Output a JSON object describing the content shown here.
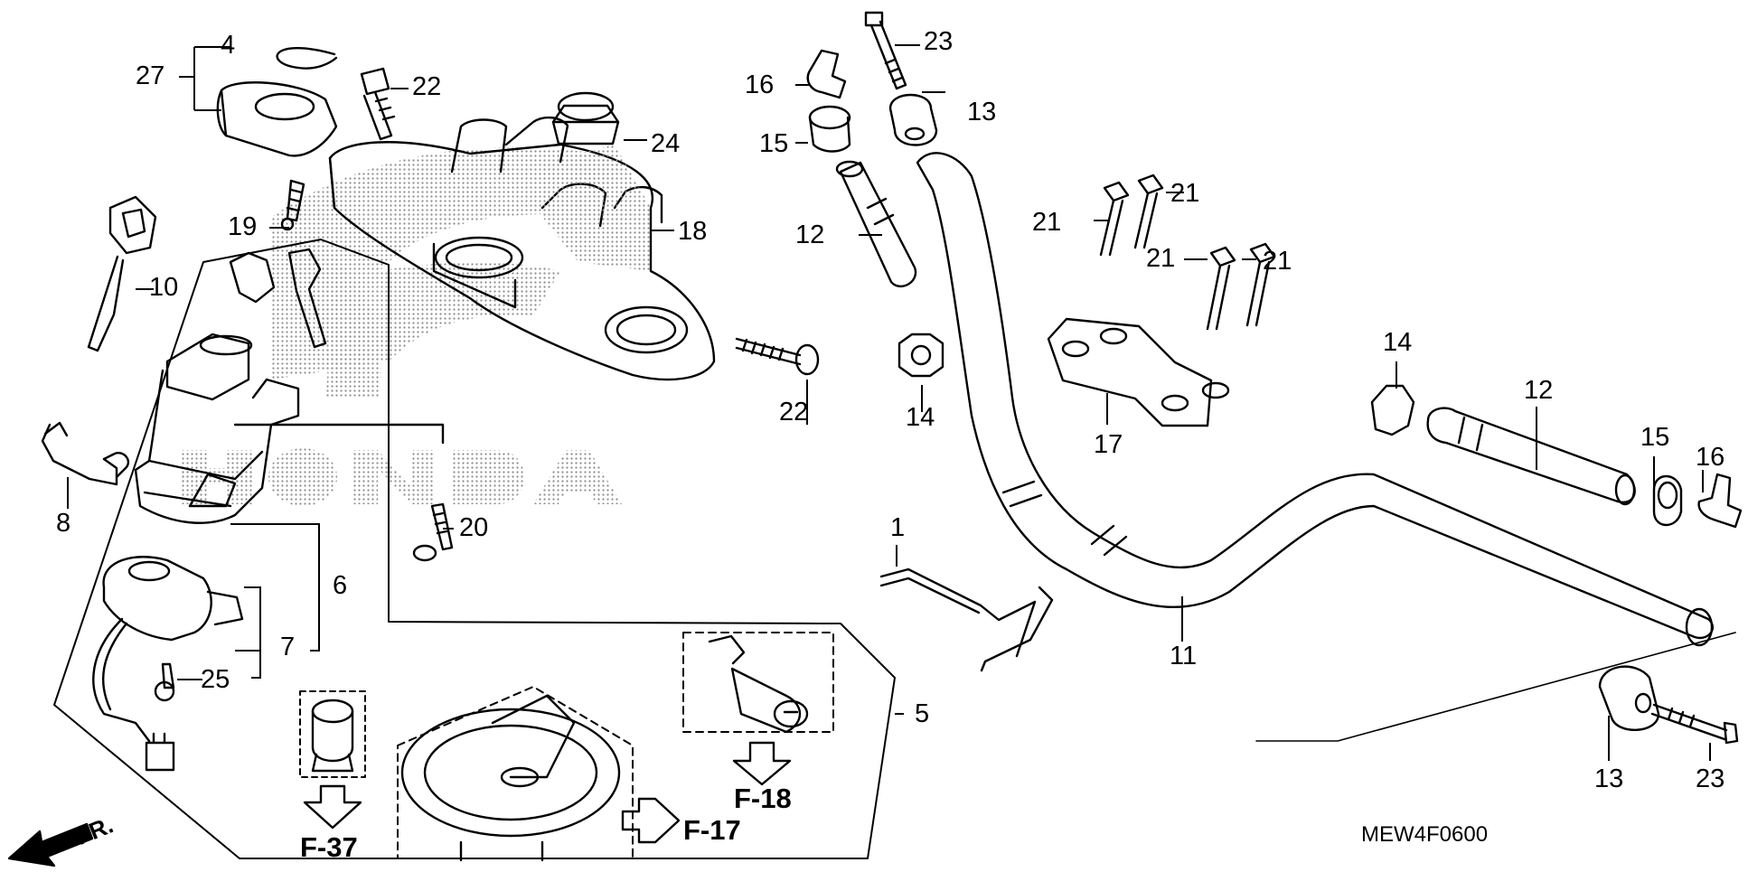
{
  "diagram": {
    "code": "MEW4F0600",
    "direction_label": "FR.",
    "colors": {
      "ink": "#000000",
      "background": "#ffffff",
      "dot_screen": "#8a8a8a"
    },
    "labels": {
      "p1": "1",
      "p4": "4",
      "p5": "5",
      "p6": "6",
      "p7": "7",
      "p8": "8",
      "p10": "10",
      "p11": "11",
      "p12_left": "12",
      "p12_right": "12",
      "p13_top": "13",
      "p13_bottom": "13",
      "p14_left": "14",
      "p14_right": "14",
      "p15_left": "15",
      "p15_right": "15",
      "p16_left": "16",
      "p16_right": "16",
      "p17": "17",
      "p18": "18",
      "p19": "19",
      "p20": "20",
      "p21_a": "21",
      "p21_b": "21",
      "p21_c": "21",
      "p21_d": "21",
      "p22_top": "22",
      "p22_mid": "22",
      "p23_top": "23",
      "p23_bottom": "23",
      "p24": "24",
      "p25": "25",
      "p27": "27"
    },
    "references": {
      "f37": "F-37",
      "f17": "F-17",
      "f18": "F-18"
    }
  }
}
